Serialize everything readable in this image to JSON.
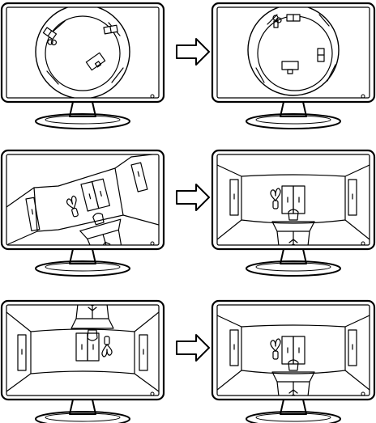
{
  "figure": {
    "rows": [
      {
        "id": "top-view",
        "before": "fisheye-top-down-room",
        "after": "corrected-top-down-room"
      },
      {
        "id": "tilted-view",
        "before": "rolled-distorted-room",
        "after": "upright-corrected-room"
      },
      {
        "id": "upside-down-view",
        "before": "inverted-distorted-room",
        "after": "upright-corrected-room"
      }
    ],
    "colors": {
      "line": "#000000",
      "background": "#ffffff"
    },
    "icons": [
      "monitor-icon",
      "arrow-right-icon",
      "door-icon",
      "plant-icon",
      "desk-icon",
      "chair-icon"
    ]
  }
}
